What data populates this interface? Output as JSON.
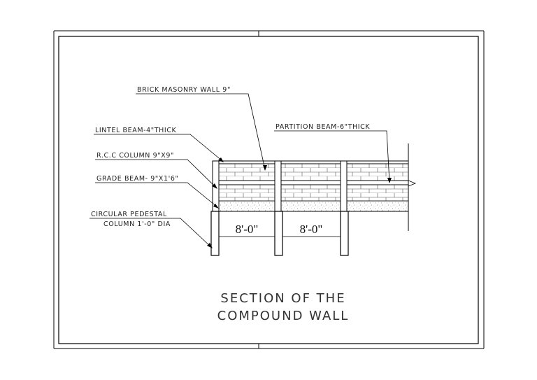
{
  "labels": {
    "brick_wall": "BRICK MASONRY WALL 9\"",
    "lintel_beam": "LINTEL BEAM-4\"THICK",
    "rcc_column": "R.C.C COLUMN 9\"X9\"",
    "grade_beam": "GRADE BEAM- 9\"X1'6\"",
    "pedestal_line1": "CIRCULAR PEDESTAL",
    "pedestal_line2": "COLUMN 1'-0\" DIA",
    "partition_beam": "PARTITION BEAM-6\"THICK"
  },
  "dimensions": {
    "span_left": "8'-0\"",
    "span_right": "8'-0\""
  },
  "title": {
    "line1": "SECTION OF THE",
    "line2": "COMPOUND WALL"
  }
}
